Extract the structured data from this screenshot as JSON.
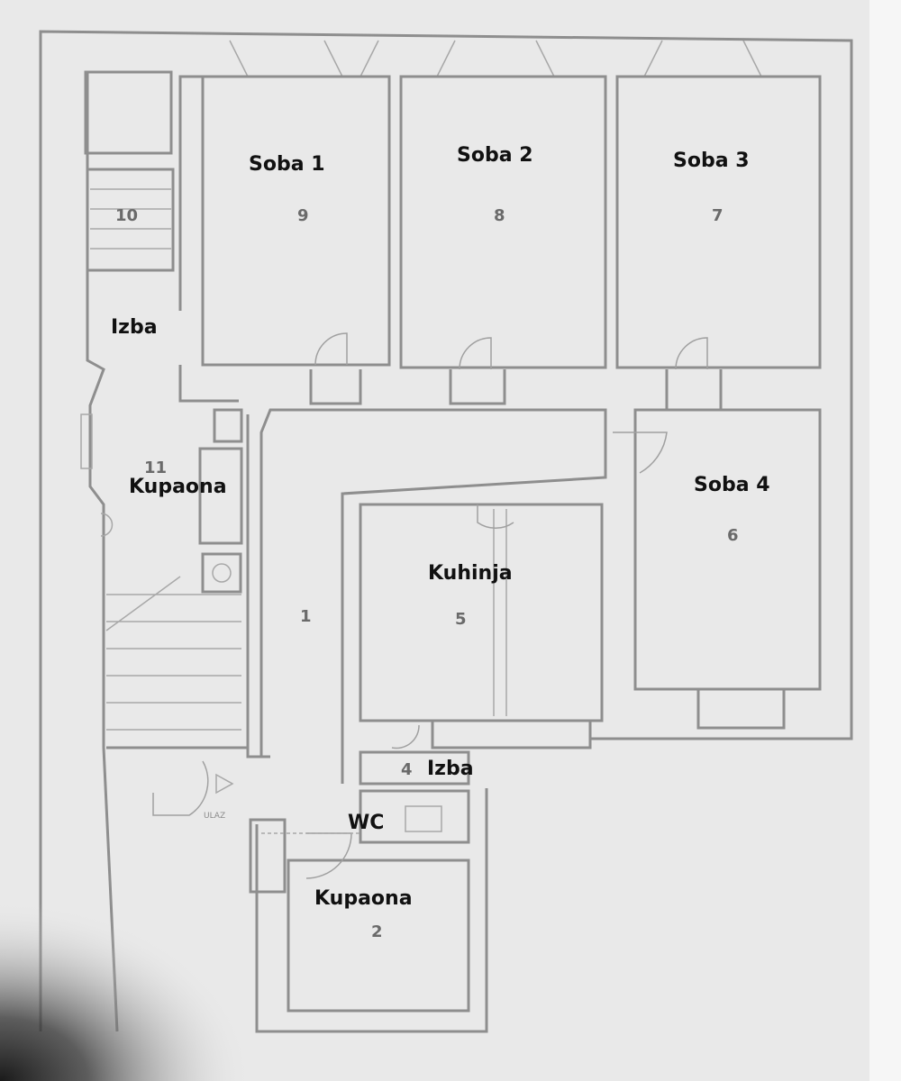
{
  "rooms": [
    {
      "label": "Soba 1",
      "number": "9"
    },
    {
      "label": "Soba 2",
      "number": "8"
    },
    {
      "label": "Soba 3",
      "number": "7"
    },
    {
      "label": "Soba 4",
      "number": "6"
    },
    {
      "label": "Kuhinja",
      "number": "5"
    },
    {
      "label": "Izba",
      "number": "4"
    },
    {
      "label": "WC",
      "number": ""
    },
    {
      "label": "Kupaona",
      "number": "2"
    },
    {
      "label": "Kupaona",
      "number": "11"
    },
    {
      "label": "Izba",
      "number": "10"
    },
    {
      "label": "",
      "number": "1"
    }
  ],
  "entrance_label": "ULAZ",
  "colors": {
    "paper": "#e9e9e9",
    "walls": "#8e8e8e",
    "labels": "#111111"
  }
}
